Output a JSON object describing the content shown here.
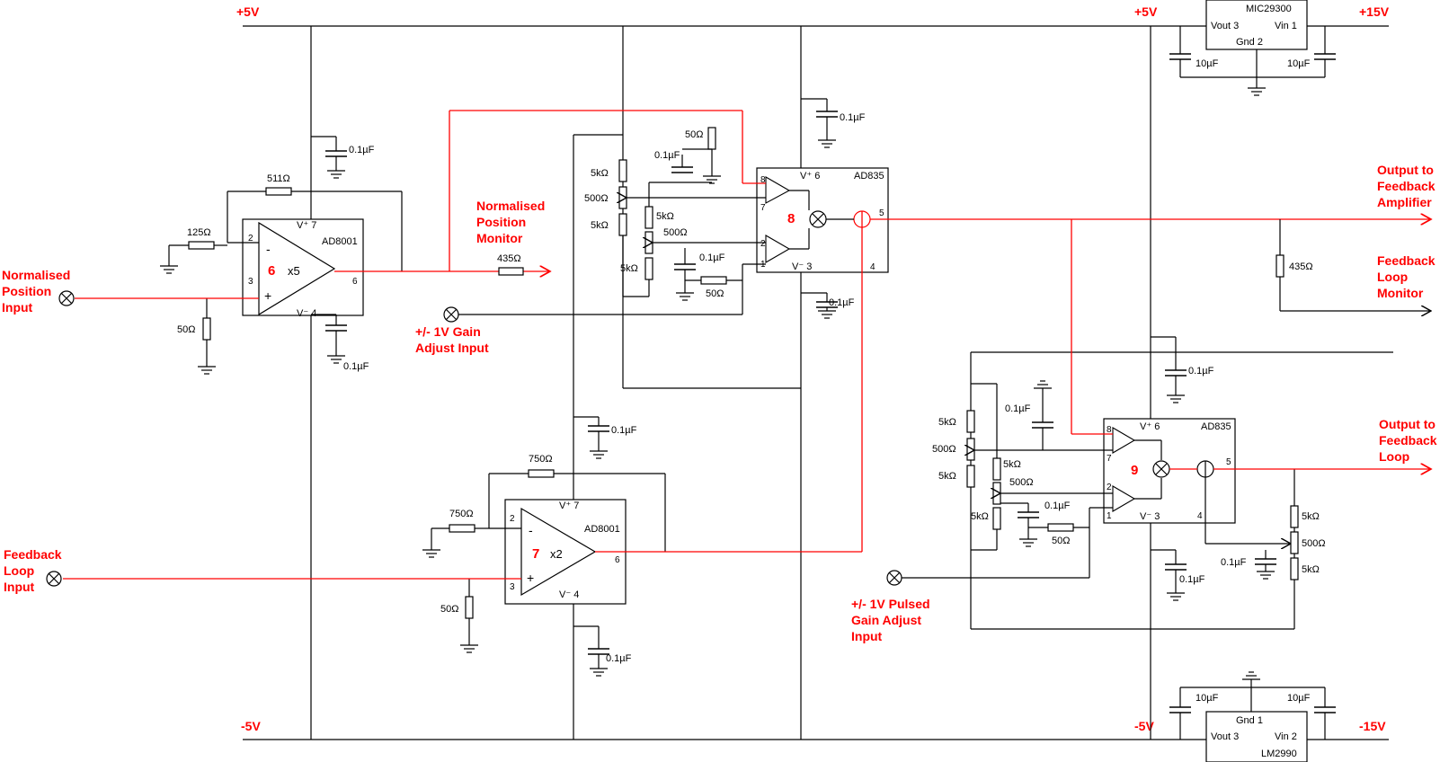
{
  "rails": {
    "pos5_left": "+5V",
    "pos5_right": "+5V",
    "pos15": "+15V",
    "neg5_left": "-5V",
    "neg5_right": "-5V",
    "neg15": "-15V"
  },
  "regulators": {
    "top": {
      "name": "MIC29300",
      "pin_out": "Vout  3",
      "pin_in": "Vin  1",
      "pin_gnd": "Gnd  2",
      "cap_left": "10µF",
      "cap_right": "10µF"
    },
    "bottom": {
      "name": "LM2990",
      "pin_out": "Vout  3",
      "pin_in": "Vin  2",
      "pin_gnd": "Gnd  1",
      "cap_left": "10µF",
      "cap_right": "10µF"
    }
  },
  "chip6": {
    "number": "6",
    "part": "AD8001",
    "gain": "x5",
    "pin2": "2",
    "pin3": "3",
    "pin6": "6",
    "vplus": "V⁺ 7",
    "vminus": "V⁻ 4",
    "minus": "-",
    "plus": "+",
    "r_fb": "511Ω",
    "r_in": "125Ω",
    "r_term": "50Ω",
    "cap_top": "0.1µF",
    "cap_bot": "0.1µF"
  },
  "chip7": {
    "number": "7",
    "part": "AD8001",
    "gain": "x2",
    "pin2": "2",
    "pin3": "3",
    "pin6": "6",
    "vplus": "V⁺ 7",
    "vminus": "V⁻ 4",
    "minus": "-",
    "plus": "+",
    "r_fb": "750Ω",
    "r_in": "750Ω",
    "r_term": "50Ω",
    "cap_top": "0.1µF",
    "cap_bot": "0.1µF"
  },
  "chip8": {
    "number": "8",
    "part": "AD835",
    "pin8": "8",
    "pin7": "7",
    "pin2": "2",
    "pin1": "1",
    "pin5": "5",
    "pin4": "4",
    "vplus": "V⁺ 6",
    "vminus": "V⁻ 3",
    "r_top": "5kΩ",
    "pot": "500Ω",
    "r_bot": "5kΩ",
    "r2_top": "5kΩ",
    "pot2": "500Ω",
    "r2_bot": "5kΩ",
    "r_50": "50Ω",
    "r_50b": "50Ω",
    "cap_a": "0.1µF",
    "cap_b": "0.1µF",
    "cap_vp": "0.1µF",
    "cap_vm": "0.1µF"
  },
  "chip9": {
    "number": "9",
    "part": "AD835",
    "pin8": "8",
    "pin7": "7",
    "pin2": "2",
    "pin1": "1",
    "pin5": "5",
    "pin4": "4",
    "vplus": "V⁺ 6",
    "vminus": "V⁻ 3",
    "r_top": "5kΩ",
    "pot": "500Ω",
    "r_bot": "5kΩ",
    "r2_top": "5kΩ",
    "pot2": "500Ω",
    "r2_bot": "5kΩ",
    "r_50": "50Ω",
    "cap_a": "0.1µF",
    "cap_b": "0.1µF",
    "cap_c": "0.1µF",
    "cap_vp": "0.1µF",
    "cap_vm": "0.1µF",
    "r_out_top": "5kΩ",
    "pot_out": "500Ω",
    "r_out_bot": "5kΩ"
  },
  "monitor_resistors": {
    "position": "435Ω",
    "feedback": "435Ω"
  },
  "labels": {
    "norm_pos_input": [
      "Normalised",
      "Position",
      "Input"
    ],
    "norm_pos_monitor": [
      "Normalised",
      "Position",
      "Monitor"
    ],
    "gain_adjust": [
      "+/- 1V Gain",
      "Adjust Input"
    ],
    "fb_loop_input": [
      "Feedback",
      "Loop",
      "Input"
    ],
    "pulsed_gain": [
      "+/- 1V Pulsed",
      "Gain Adjust",
      "Input"
    ],
    "out_fb_amp": [
      "Output to",
      "Feedback",
      "Amplifier"
    ],
    "fb_loop_monitor": [
      "Feedback",
      "Loop",
      "Monitor"
    ],
    "out_fb_loop": [
      "Output to",
      "Feedback",
      "Loop"
    ]
  }
}
